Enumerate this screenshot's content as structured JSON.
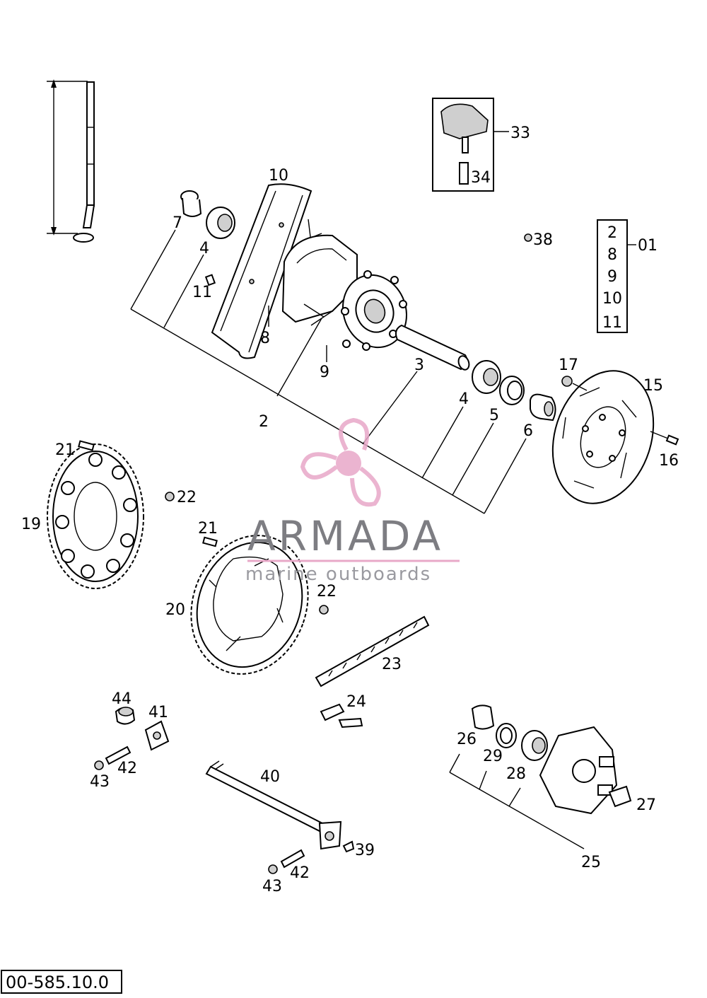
{
  "diagram_code": "00-585.10.0",
  "watermark": {
    "brand": "ARMADA",
    "tagline": "marine outboards",
    "color_pink": "#e8a8c8",
    "color_gray": "#7d7d82"
  },
  "labels": {
    "p2": "2",
    "p3": "3",
    "p4a": "4",
    "p4b": "4",
    "p5": "5",
    "p6": "6",
    "p7": "7",
    "p8": "8",
    "p9": "9",
    "p10": "10",
    "p11": "11",
    "p15": "15",
    "p16": "16",
    "p17": "17",
    "p19": "19",
    "p20": "20",
    "p21a": "21",
    "p21b": "21",
    "p22a": "22",
    "p22b": "22",
    "p23": "23",
    "p24": "24",
    "p25": "25",
    "p26": "26",
    "p27": "27",
    "p28": "28",
    "p29": "29",
    "p33": "33",
    "p34": "34",
    "p38": "38",
    "p39": "39",
    "p40": "40",
    "p41": "41",
    "p42a": "42",
    "p42b": "42",
    "p43a": "43",
    "p43b": "43",
    "p44": "44"
  },
  "kit_box": {
    "items": [
      "2",
      "8",
      "9",
      "10",
      "11"
    ],
    "kit_number": "01"
  }
}
